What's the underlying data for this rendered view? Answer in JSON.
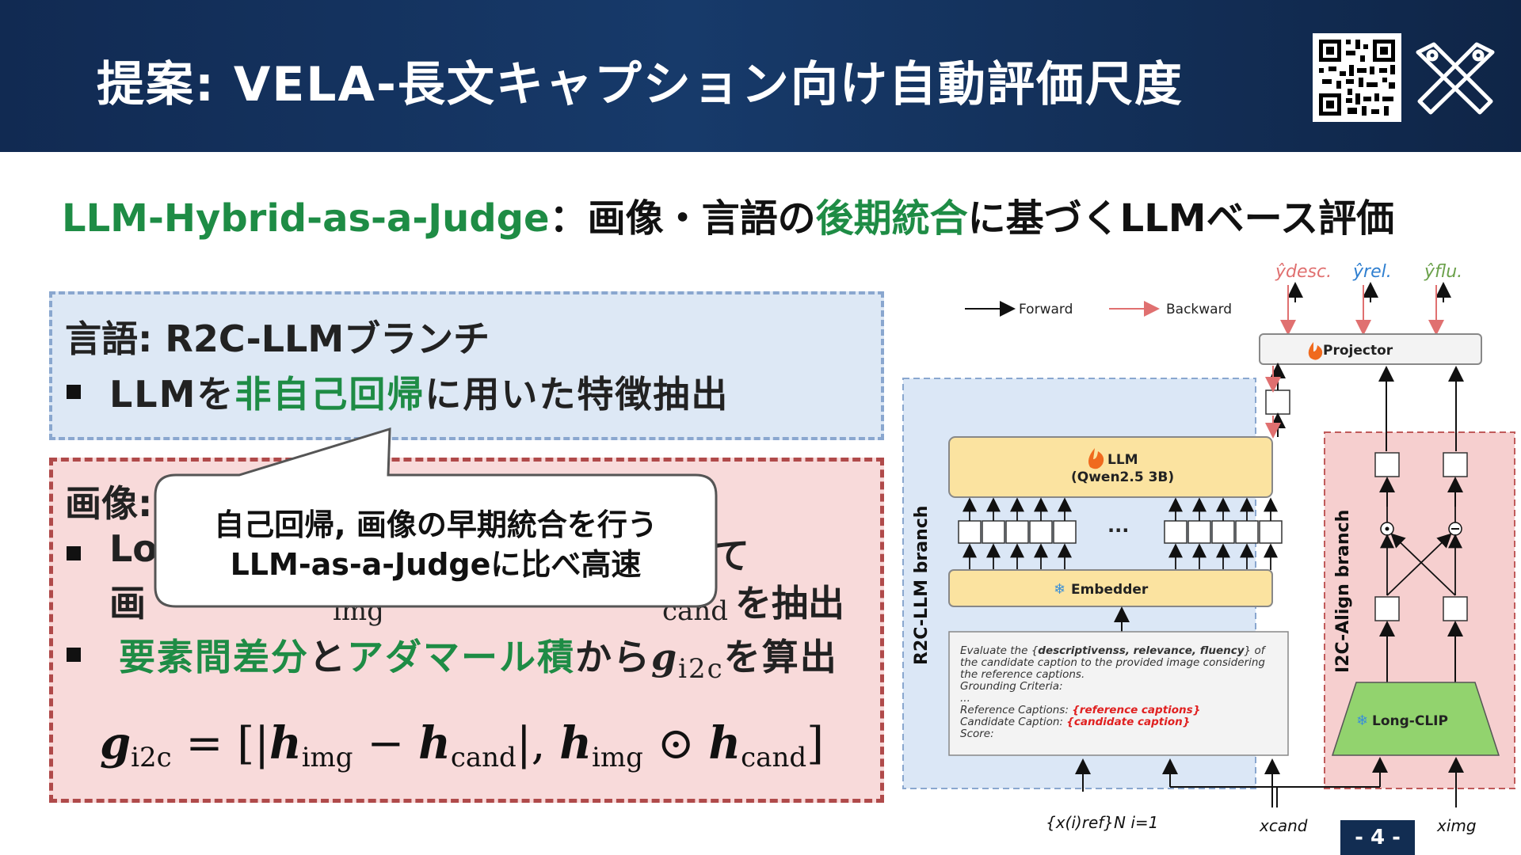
{
  "slide": {
    "title": "提案: VELA-長文キャプション向け自動評価尺度",
    "subtitle": {
      "part1": "LLM-Hybrid-as-a-Judge",
      "part2": "：画像・言語の",
      "part3": "後期統合",
      "part4": "に基づくLLMベース評価"
    },
    "language_box": {
      "heading": "言語: R2C-LLMブランチ",
      "bullet1": {
        "pre": "LLMを",
        "green": "非自己回帰",
        "post": "に用いた特徴抽出"
      }
    },
    "image_box": {
      "heading": "画像:",
      "bullet1_visible_start": "Lo",
      "bullet1_visible_end": "て",
      "bullet1_line2_visible_start": "画",
      "bullet1_line2_sub1": "img",
      "bullet1_line2_sub2": "cand",
      "bullet1_line2_end": "を抽出",
      "bullet2": {
        "green1": "要素間差分",
        "mid": "と",
        "green2": "アダマール積",
        "post": "から",
        "var": "g",
        "var_sub": "i2c",
        "end": "を算出"
      }
    },
    "formula": {
      "lhs": "g",
      "lhs_sub": "i2c",
      "eq": " = [|",
      "h1": "h",
      "h1_sub": "img",
      "minus": " − ",
      "h2": "h",
      "h2_sub": "cand",
      "sep": "|, ",
      "h3": "h",
      "h3_sub": "img",
      "odot": " ⊙ ",
      "h4": "h",
      "h4_sub": "cand",
      "close": "]"
    },
    "callout": {
      "line1": "自己回帰, 画像の早期統合を行う",
      "line2": "LLM-as-a-Judgeに比べ高速"
    },
    "page_number": "- 4 -"
  },
  "diagram": {
    "legend_forward": "Forward",
    "legend_backward": "Backward",
    "outputs": {
      "desc": "ŷdesc.",
      "rel": "ŷrel.",
      "flu": "ŷflu."
    },
    "projector": "Projector",
    "llm_line1": "LLM",
    "llm_line2": "(Qwen2.5 3B)",
    "dots": "···",
    "embedder": "Embedder",
    "r2c_label": "R2C-LLM branch",
    "i2c_label": "I2C-Align branch",
    "long_clip": "Long-CLIP",
    "prompt": {
      "l1a": "Evaluate the {",
      "l1b": "descriptivenss, relevance, fluency",
      "l1c": "} of",
      "l2": "the candidate caption to the provided image considering",
      "l3": "the reference captions.",
      "l4": "Grounding Criteria:",
      "l5": "...",
      "l6a": "Reference Captions: ",
      "l6b": "{reference captions}",
      "l7a": "Candidate Caption: ",
      "l7b": "{candidate caption}",
      "l8": "Score:"
    },
    "input_ref": "{x(i)ref}N i=1",
    "input_cand": "xcand",
    "input_img": "ximg"
  },
  "colors": {
    "header": "#173a6a",
    "green": "#1e8c45",
    "blue_box": "#dde8f5",
    "red_box": "#f8dada",
    "llm_fill": "#fbe3a0",
    "clip_fill": "#92d36e",
    "backward": "#e07070"
  }
}
